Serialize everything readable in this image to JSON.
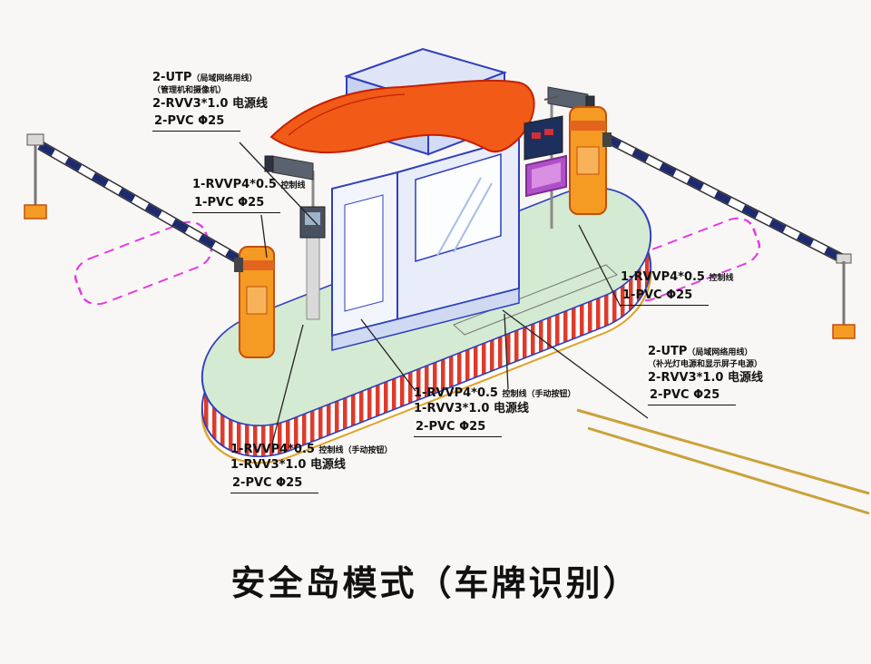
{
  "title": "安全岛模式（车牌识别）",
  "callouts": {
    "top_left": {
      "main": "2-UTP",
      "note1": "（局域网络用线）",
      "note2": "（管理机和摄像机）",
      "power": "2-RVV3*1.0 电源线",
      "conduit": "2-PVC Φ25"
    },
    "left": {
      "control": "1-RVVP4*0.5",
      "control_note": "控制线",
      "conduit": "1-PVC Φ25"
    },
    "right_mid": {
      "control": "1-RVVP4*0.5",
      "control_note": "控制线",
      "conduit": "1-PVC Φ25"
    },
    "right": {
      "main": "2-UTP",
      "note1": "（局域网络用线）",
      "note2": "（补光灯电源和显示屏子电源）",
      "power": "2-RVV3*1.0 电源线",
      "conduit": "2-PVC Φ25"
    },
    "center": {
      "control": "1-RVVP4*0.5",
      "control_note": "控制线（手动按钮）",
      "power": "1-RVV3*1.0 电源线",
      "conduit": "2-PVC Φ25"
    },
    "bottom_left": {
      "control": "1-RVVP4*0.5",
      "control_note": "控制线（手动按钮）",
      "power": "1-RVV3*1.0 电源线",
      "conduit": "2-PVC Φ25"
    }
  },
  "colors": {
    "outline_blue": "#2f3fbe",
    "island_green": "#d4ead2",
    "stripe_red": "#dd3b2c",
    "canopy_orange": "#f25a17",
    "post_orange": "#f59a23",
    "loop_magenta": "#e33ae3",
    "road_yellow": "#caa23a"
  }
}
